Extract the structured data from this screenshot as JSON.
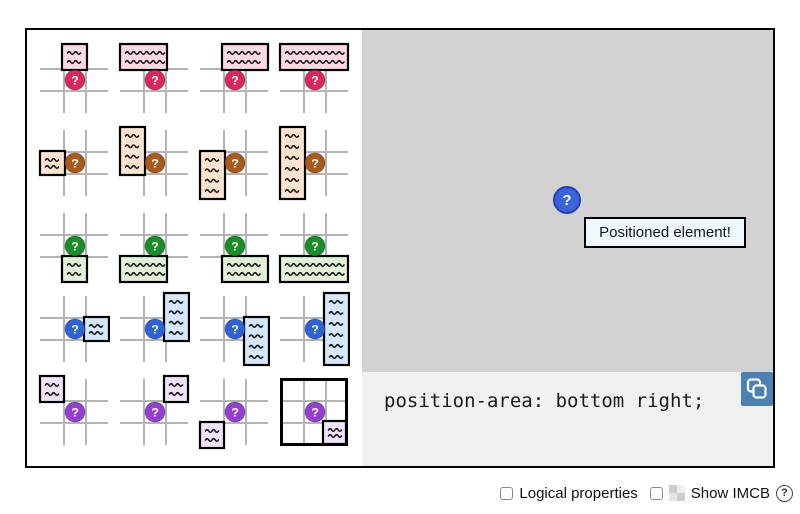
{
  "picker": {
    "anchor_glyph": "?",
    "grid_line_color": "#b4b4b4",
    "selected_value": "bottom right",
    "groups": {
      "top": {
        "circle": "#d42a5e",
        "box": "#fbd9e3"
      },
      "left": {
        "circle": "#a85a1b",
        "box": "#fae3d0"
      },
      "bottom": {
        "circle": "#1a8c28",
        "box": "#e3efd7"
      },
      "right": {
        "circle": "#2f63d3",
        "box": "#d5e6f8"
      },
      "corner": {
        "circle": "#9340cf",
        "box": "#ede4f9"
      }
    },
    "options": [
      {
        "value": "top",
        "group": "top",
        "side": "top",
        "span": "none",
        "selected": false
      },
      {
        "value": "top span-left",
        "group": "top",
        "side": "top",
        "span": "left",
        "selected": false
      },
      {
        "value": "top span-right",
        "group": "top",
        "side": "top",
        "span": "right",
        "selected": false
      },
      {
        "value": "top span-all",
        "group": "top",
        "side": "top",
        "span": "all",
        "selected": false
      },
      {
        "value": "left",
        "group": "left",
        "side": "left",
        "span": "none",
        "selected": false
      },
      {
        "value": "left span-top",
        "group": "left",
        "side": "left",
        "span": "top",
        "selected": false
      },
      {
        "value": "left span-bottom",
        "group": "left",
        "side": "left",
        "span": "bottom",
        "selected": false
      },
      {
        "value": "left span-all",
        "group": "left",
        "side": "left",
        "span": "all",
        "selected": false
      },
      {
        "value": "bottom",
        "group": "bottom",
        "side": "bottom",
        "span": "none",
        "selected": false
      },
      {
        "value": "bottom span-left",
        "group": "bottom",
        "side": "bottom",
        "span": "left",
        "selected": false
      },
      {
        "value": "bottom span-right",
        "group": "bottom",
        "side": "bottom",
        "span": "right",
        "selected": false
      },
      {
        "value": "bottom span-all",
        "group": "bottom",
        "side": "bottom",
        "span": "all",
        "selected": false
      },
      {
        "value": "right",
        "group": "right",
        "side": "right",
        "span": "none",
        "selected": false
      },
      {
        "value": "right span-top",
        "group": "right",
        "side": "right",
        "span": "top",
        "selected": false
      },
      {
        "value": "right span-bottom",
        "group": "right",
        "side": "right",
        "span": "bottom",
        "selected": false
      },
      {
        "value": "right span-all",
        "group": "right",
        "side": "right",
        "span": "all",
        "selected": false
      },
      {
        "value": "top left",
        "group": "corner",
        "side": "corner",
        "span": "top-left",
        "selected": false
      },
      {
        "value": "top right",
        "group": "corner",
        "side": "corner",
        "span": "top-right",
        "selected": false
      },
      {
        "value": "bottom left",
        "group": "corner",
        "side": "corner",
        "span": "bottom-left",
        "selected": false
      },
      {
        "value": "bottom right",
        "group": "corner",
        "side": "corner",
        "span": "bottom-right",
        "selected": true
      }
    ]
  },
  "preview": {
    "background": "#d2d2d2",
    "anchor_glyph": "?",
    "anchor_color": "#3c63d8",
    "anchor_border_color": "#2b3cb3",
    "positioned_text": "Positioned element!",
    "positioned_bg": "#f0f8fe"
  },
  "code": {
    "text": "position-area: bottom right;",
    "background": "#f0f0f0",
    "copy_button_color": "#4d80b3"
  },
  "controls": {
    "logical": {
      "label": "Logical properties",
      "checked": false
    },
    "imcb": {
      "label": "Show IMCB",
      "checked": false
    },
    "help_glyph": "?"
  }
}
